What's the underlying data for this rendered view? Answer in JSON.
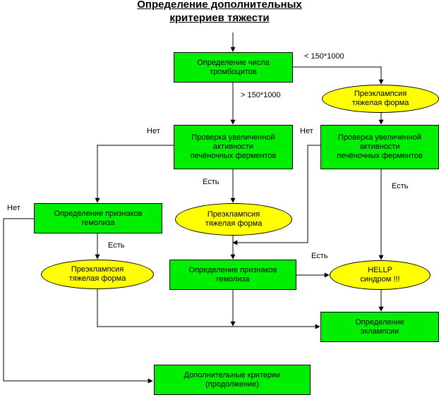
{
  "title": {
    "line1": "Определение дополнительных",
    "line2": "критериев тяжести"
  },
  "nodes": {
    "platelets": "Определение числа\nтромбоцитов",
    "preeclampsia_top": "Преэклампсия\nтяжелая форма",
    "liver_center": "Проверка увеличенной\nактивности\nпечёночных ферментов",
    "liver_right": "Проверка увеличенной\nактивности\nпечёночных ферментов",
    "hemolysis_left": "Определение признаков\nгемолиза",
    "preeclampsia_middle": "Преэклампсия\nтяжелая форма",
    "preeclampsia_left": "Преэклампсия\nтяжелая форма",
    "hemolysis_center": "Определение признаков\nгемолиза",
    "hellp": "HELLP\nсиндром !!!",
    "eclampsia": "Определение\nэклампсии",
    "additional": "Дополнительные критерии\n(продолжение)"
  },
  "labels": {
    "lt_150": "< 150*1000",
    "gt_150": "> 150*1000",
    "net_center": "Нет",
    "net_right": "Нет",
    "net_left": "Нет",
    "est_center": "Есть",
    "est_right": "Есть",
    "est_left": "Есть",
    "est_hellp": "Есть"
  },
  "colors": {
    "process_fill": "#00ee00",
    "terminal_fill": "#ffff00",
    "line": "#000000"
  }
}
